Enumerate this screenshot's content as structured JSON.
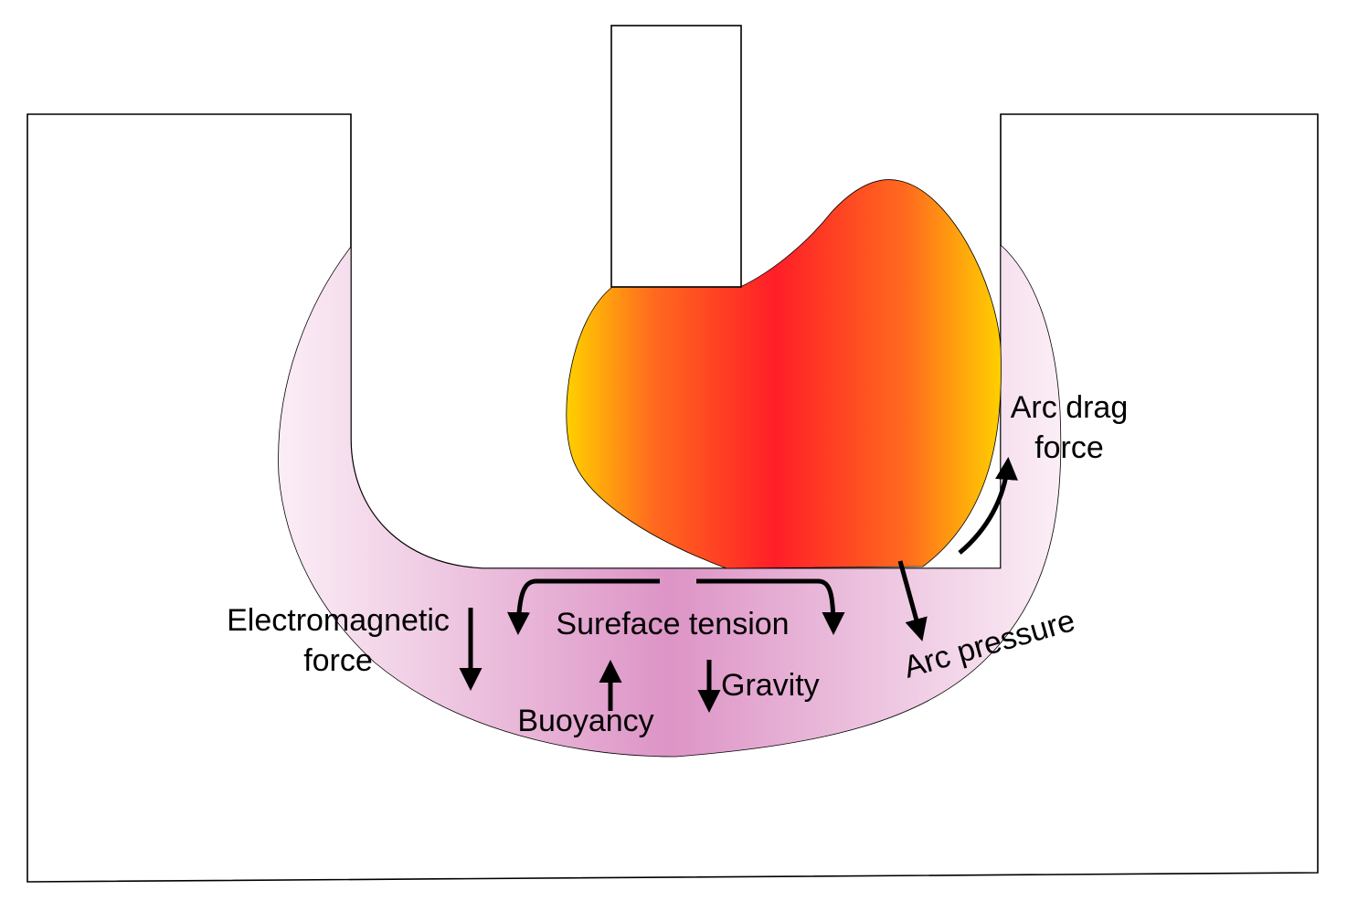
{
  "labels": {
    "electromagnetic_force_line1": "Electromagnetic",
    "electromagnetic_force_line2": "force",
    "surface_tension": "Sureface tension",
    "buoyancy": "Buoyancy",
    "gravity": "Gravity",
    "arc_pressure": "Arc pressure",
    "arc_drag_force_line1": "Arc drag",
    "arc_drag_force_line2": "force"
  },
  "colors": {
    "arc_center": "#ff1e28",
    "arc_mid": "#ff6a1e",
    "arc_edge": "#ffd000",
    "weld_pool_center": "#dd94c6",
    "weld_pool_edge": "#fbeef6",
    "outline": "#000000",
    "arrow": "#000000"
  }
}
